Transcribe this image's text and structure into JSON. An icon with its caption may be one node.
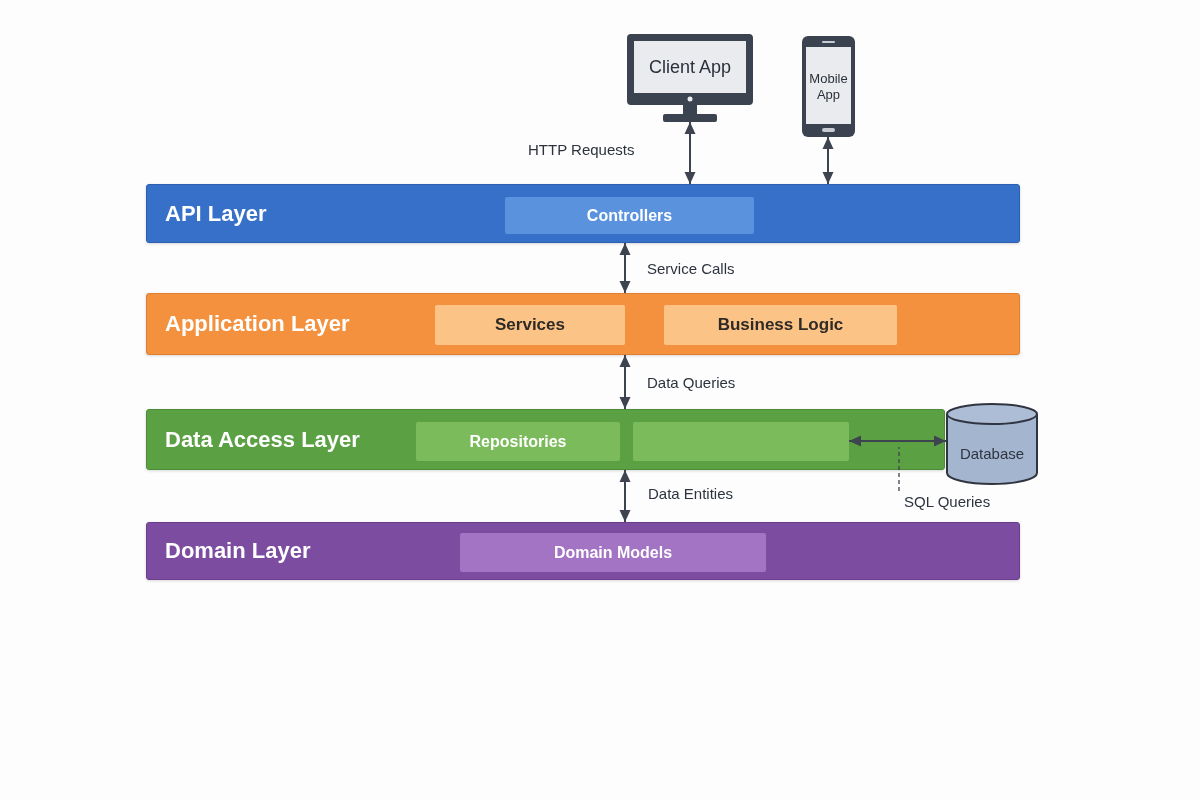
{
  "diagram": {
    "nodes": [
      {
        "text": [
          "Client App"
        ]
      },
      {
        "text": [
          "Mobile App"
        ]
      },
      {
        "text": [
          "API Layer"
        ]
      },
      {
        "text": [
          "Controllers"
        ],
        "in": 2
      },
      {
        "text": [
          "Application Layer"
        ]
      },
      {
        "text": [
          "Services"
        ],
        "in": 4
      },
      {
        "text": [
          "Business Logic"
        ],
        "in": 4
      },
      {
        "text": [
          "Data Access Layer"
        ]
      },
      {
        "text": [
          "Repositories"
        ],
        "in": 7
      },
      {
        "text": [],
        "shape": "box",
        "in": 7
      },
      {
        "text": [
          "Database"
        ]
      },
      {
        "text": [
          "SQL Queries"
        ]
      },
      {
        "text": [
          "Domain Layer"
        ]
      },
      {
        "text": [
          "Domain Models"
        ],
        "in": 12
      }
    ],
    "edges": [
      {
        "from": 0,
        "to": 2,
        "arrow": "both",
        "label": "HTTP Requests"
      },
      {
        "from": 1,
        "to": 2,
        "arrow": "both"
      },
      {
        "from": 2,
        "to": 4,
        "arrow": "both",
        "label": "Service Calls"
      },
      {
        "from": 4,
        "to": 7,
        "arrow": "both",
        "label": "Data Queries"
      },
      {
        "from": 9,
        "to": 10,
        "arrow": "both"
      },
      {
        "from": 11,
        "to": null,
        "arrow": "none",
        "style": "dashed"
      },
      {
        "from": 7,
        "to": 12,
        "arrow": "both",
        "label": "Data Entities"
      }
    ]
  }
}
